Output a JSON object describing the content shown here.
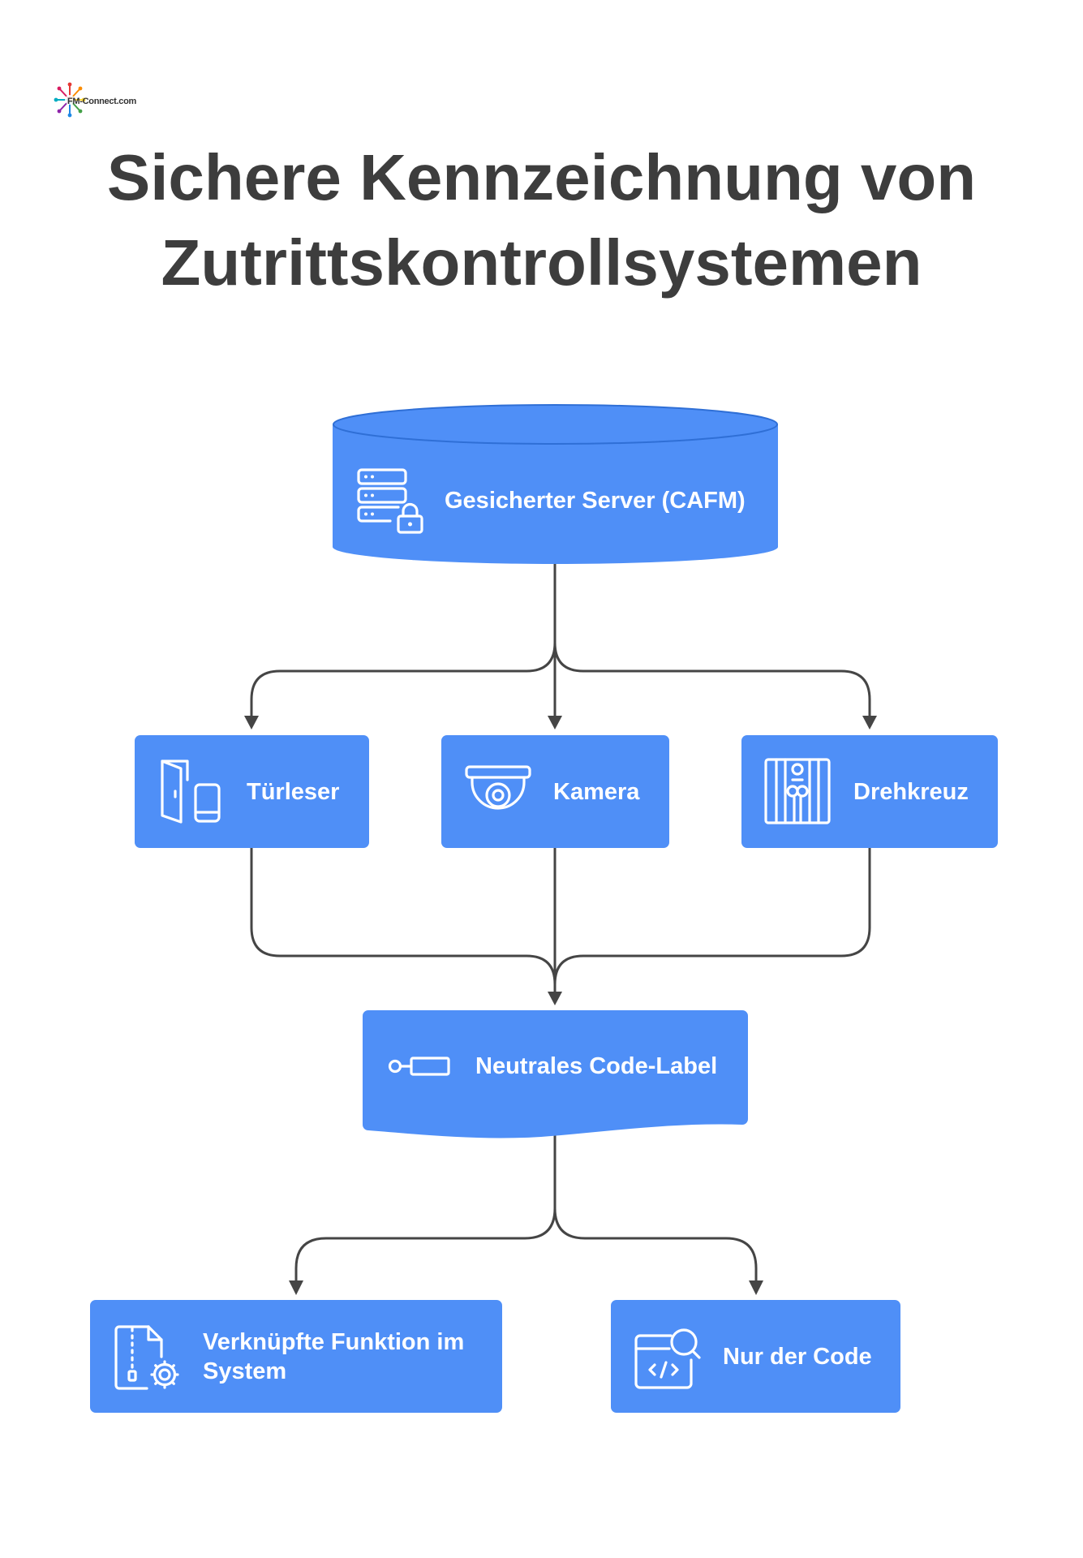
{
  "logo": {
    "text": "FM-Connect.com"
  },
  "title": {
    "line1": "Sichere Kennzeichnung von",
    "line2": "Zutrittskontrollsystemen"
  },
  "nodes": {
    "server": {
      "label": "Gesicherter Server (CAFM)",
      "icon": "server-lock-icon"
    },
    "door_reader": {
      "label": "Türleser",
      "icon": "door-reader-icon"
    },
    "camera": {
      "label": "Kamera",
      "icon": "dome-camera-icon"
    },
    "turnstile": {
      "label": "Drehkreuz",
      "icon": "turnstile-icon"
    },
    "code_label": {
      "label": "Neutrales Code-Label",
      "icon": "tag-icon"
    },
    "linked_function": {
      "label": "Verknüpfte Funktion im System",
      "icon": "file-gear-icon"
    },
    "only_code": {
      "label": "Nur der Code",
      "icon": "code-search-icon"
    }
  },
  "colors": {
    "node_fill": "#4f8ff7",
    "node_outline": "#2f6fd6",
    "connector": "#454545",
    "title": "#3d3d3d",
    "node_text": "#ffffff"
  }
}
